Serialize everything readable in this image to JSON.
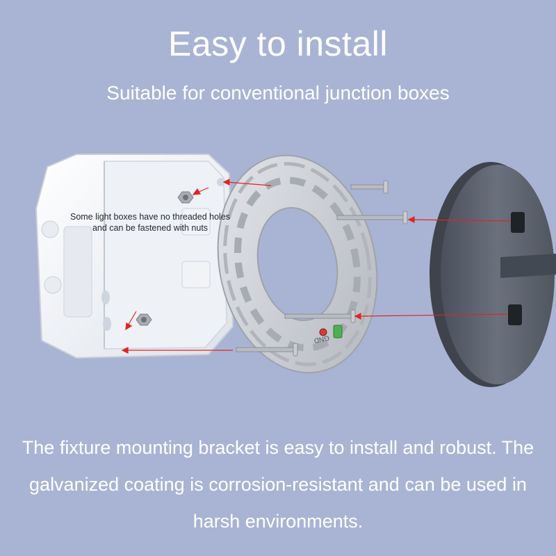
{
  "header": {
    "title": "Easy to install",
    "subtitle": "Suitable for conventional junction boxes"
  },
  "illustration": {
    "note": "Some light boxes have no threaded holes and can be fastened with nuts",
    "gnd_label": "GND",
    "icons": [
      "junction-box",
      "mounting-bracket",
      "screw",
      "nut",
      "ground-screw",
      "fixture-canopy",
      "arrow"
    ],
    "colors": {
      "background": "#a9b4d4",
      "box": "#f4f6f9",
      "bracket": "#c9ccd1",
      "canopy": "#5d6470",
      "arrow": "#e02424",
      "ground": "#4caf50"
    }
  },
  "footer": {
    "description": "The fixture mounting bracket is easy to install and robust. The galvanized coating is corrosion-resistant and can be used in harsh environments."
  }
}
